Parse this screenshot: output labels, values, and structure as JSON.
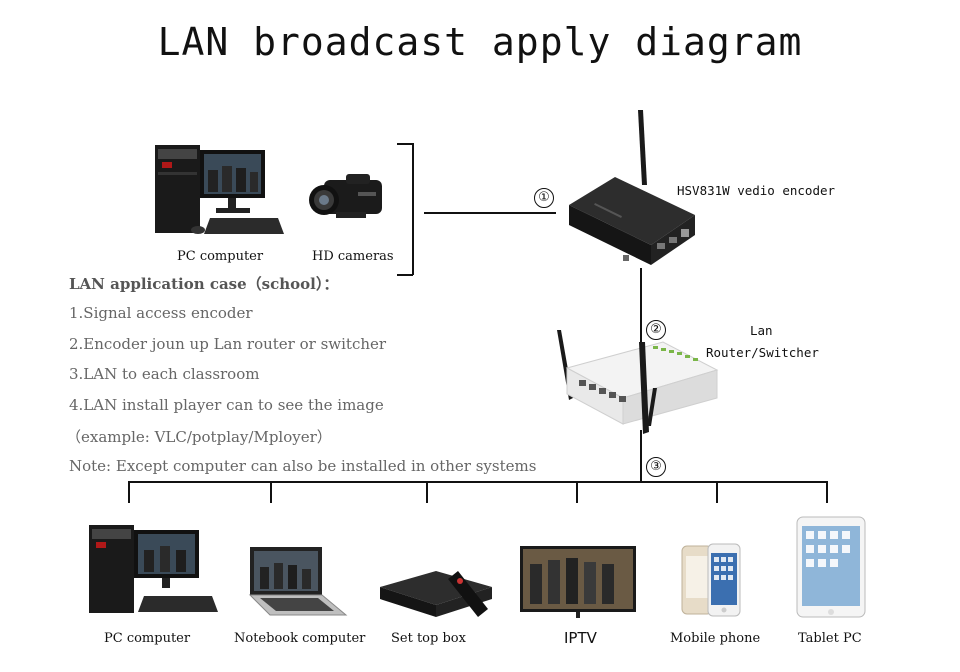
{
  "title": "LAN broadcast apply diagram",
  "sources": {
    "pc_label": "PC computer",
    "camera_label": "HD cameras"
  },
  "encoder": {
    "label": "HSV831W vedio encoder",
    "step": "①"
  },
  "router": {
    "label_line1": "Lan",
    "label_line2": "Router/Switcher",
    "step": "②"
  },
  "distribution": {
    "step": "③"
  },
  "case": {
    "title": "LAN application case（school）：",
    "lines": [
      "1.Signal access encoder",
      "2.Encoder joun up Lan router or switcher",
      "3.LAN to each classroom",
      "4.LAN install player can to see the image",
      "（example: VLC/potplay/Mployer）",
      "Note: Except computer can also be installed in other systems"
    ]
  },
  "devices": [
    {
      "label": "PC computer"
    },
    {
      "label": "Notebook computer"
    },
    {
      "label": "Set top box"
    },
    {
      "label": "IPTV"
    },
    {
      "label": "Mobile phone"
    },
    {
      "label": "Tablet PC"
    }
  ]
}
